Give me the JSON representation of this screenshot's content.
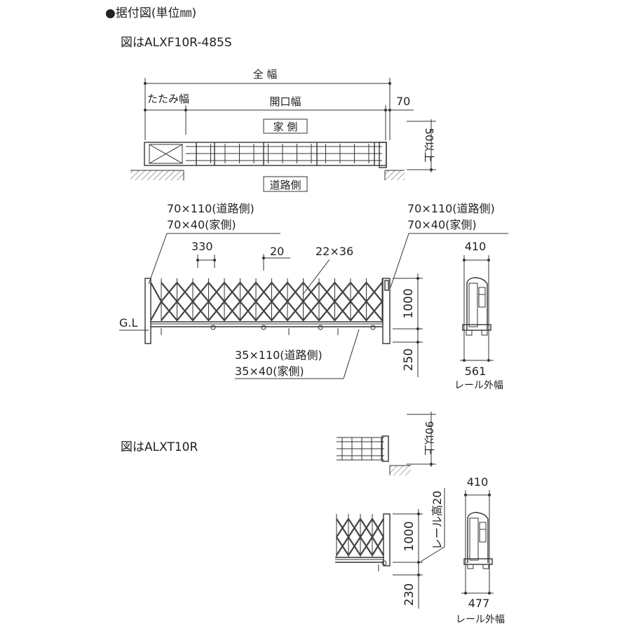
{
  "heading": "●据付図(単位㎜)",
  "model1": {
    "label": "図はALXF10R-485S",
    "plan": {
      "overall_width": "全 幅",
      "fold_width": "たたみ幅",
      "opening_width": "開口幅",
      "dim_70": "70",
      "house_side": "家 側",
      "road_side": "道路側",
      "dim_50": "50以上"
    },
    "elevation": {
      "post_left_line1": "70×110(道路側)",
      "post_left_line2": "70×40(家側)",
      "post_right_line1": "70×110(道路側)",
      "post_right_line2": "70×40(家側)",
      "dim_330": "330",
      "dim_20": "20",
      "lattice": "22×36",
      "gl": "G.L",
      "dim_1000": "1000",
      "dim_250": "250",
      "bottom_line1": "35×110(道路側)",
      "bottom_line2": "35×40(家側)"
    },
    "side": {
      "dim_410": "410",
      "dim_561": "561",
      "rail_width": "レール外幅"
    }
  },
  "model2": {
    "label": "図はALXT10R",
    "plan": {
      "dim_90": "90以上"
    },
    "elevation": {
      "rail_height": "レール高20",
      "dim_1000": "1000",
      "dim_230": "230"
    },
    "side": {
      "dim_410": "410",
      "dim_477": "477",
      "rail_width": "レール外幅"
    }
  }
}
